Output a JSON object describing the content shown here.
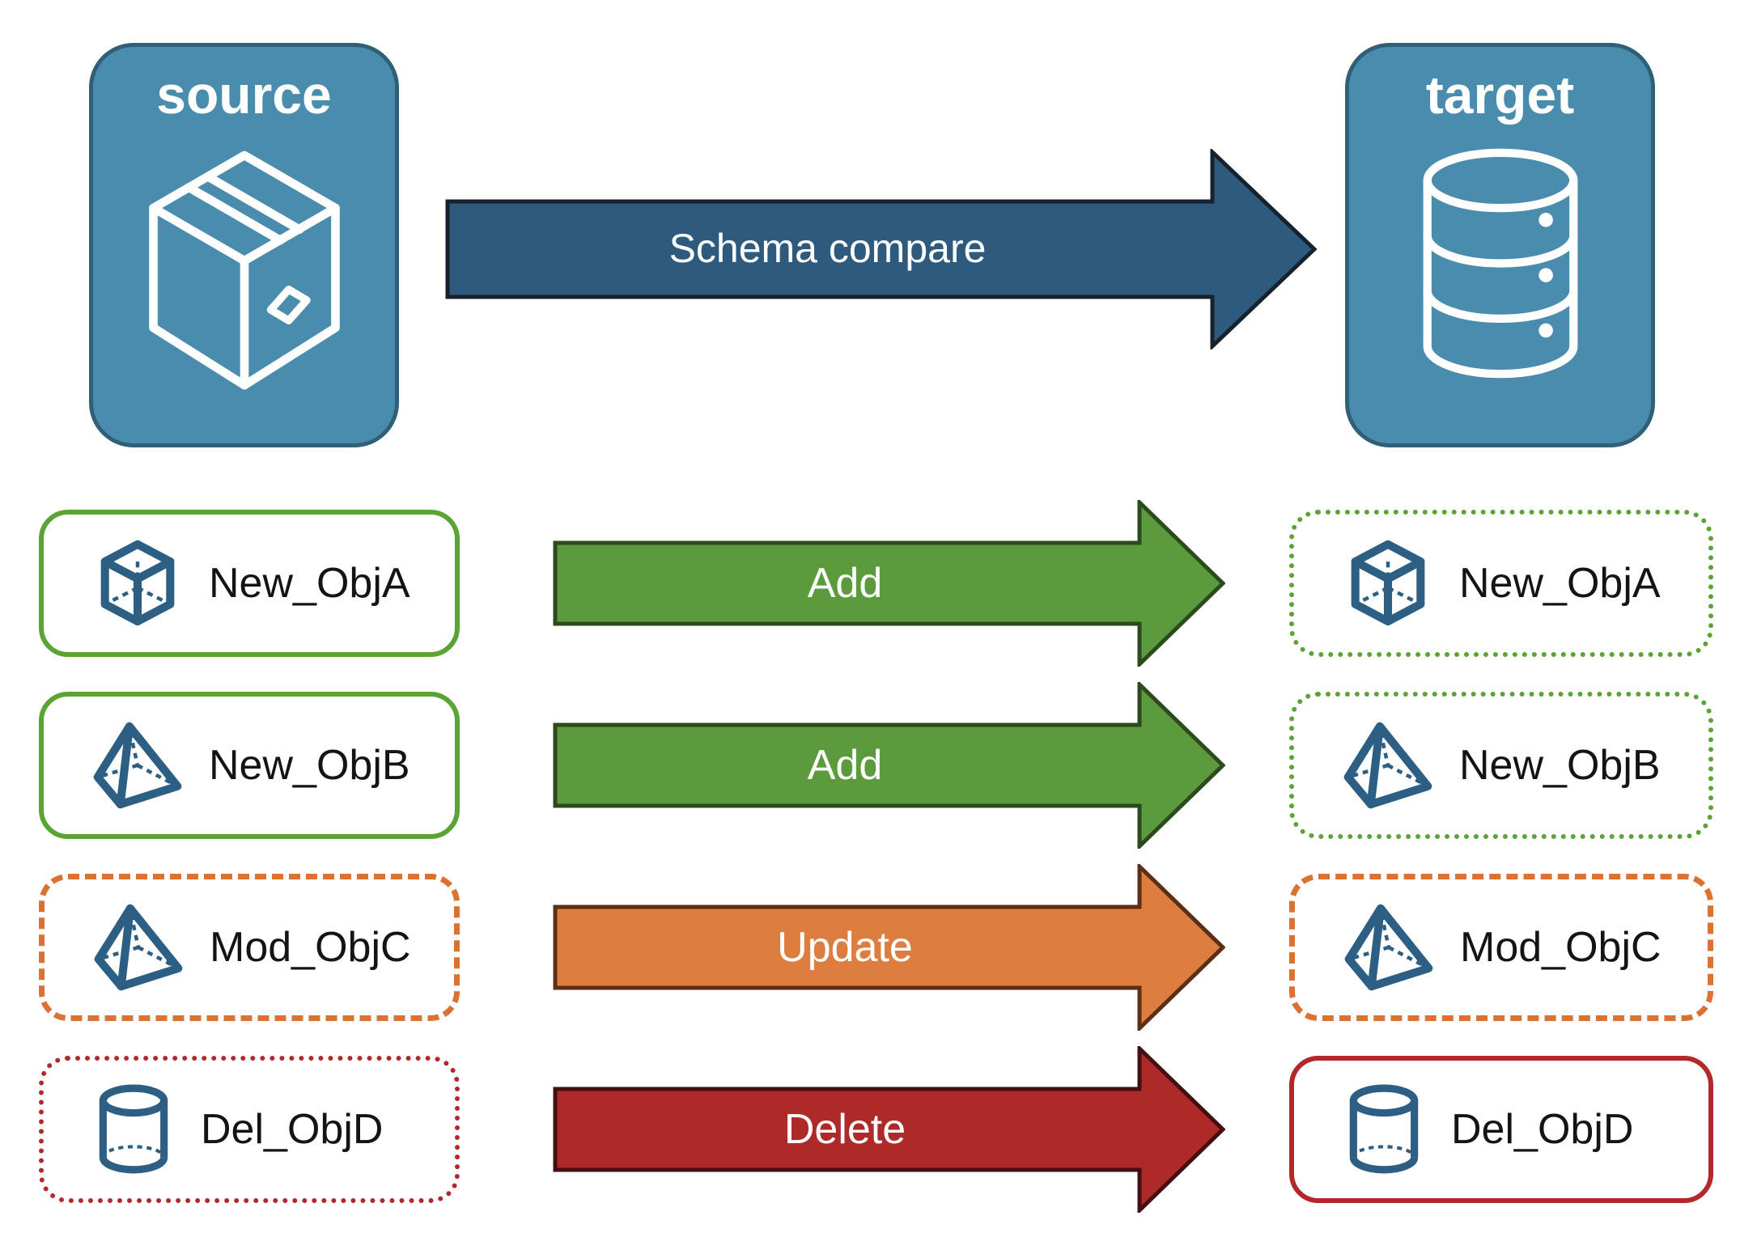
{
  "panels": {
    "source": {
      "title": "source",
      "icon": "package-box"
    },
    "target": {
      "title": "target",
      "icon": "database"
    }
  },
  "compare_arrow": {
    "label": "Schema compare",
    "fill": "#2E5A7D",
    "border": "#16222E"
  },
  "rows": [
    {
      "source_label": "New_ObjA",
      "target_label": "New_ObjA",
      "icon": "cube",
      "action": {
        "label": "Add",
        "fill": "#5C9B3D",
        "border": "#2C4A1D"
      },
      "source_box_style": "solid-green",
      "target_box_style": "dotted-green"
    },
    {
      "source_label": "New_ObjB",
      "target_label": "New_ObjB",
      "icon": "pyramid",
      "action": {
        "label": "Add",
        "fill": "#5C9B3D",
        "border": "#2C4A1D"
      },
      "source_box_style": "solid-green",
      "target_box_style": "dotted-green"
    },
    {
      "source_label": "Mod_ObjC",
      "target_label": "Mod_ObjC",
      "icon": "pyramid",
      "action": {
        "label": "Update",
        "fill": "#DD7D3F",
        "border": "#5A2F16"
      },
      "source_box_style": "dashed-orange",
      "target_box_style": "dashed-orange"
    },
    {
      "source_label": "Del_ObjD",
      "target_label": "Del_ObjD",
      "icon": "cylinder",
      "action": {
        "label": "Delete",
        "fill": "#AE2A28",
        "border": "#420F12"
      },
      "source_box_style": "dotted-red",
      "target_box_style": "solid-red"
    }
  ],
  "colors": {
    "panel_fill": "#4A8CAD",
    "panel_border": "#2F6077",
    "icon_stroke": "#2C5F83",
    "green_border": "#5AA335",
    "orange_border": "#DB7233",
    "red_border": "#B3282B",
    "label_text": "#141414",
    "arrow_text": "#FFFFFF"
  }
}
